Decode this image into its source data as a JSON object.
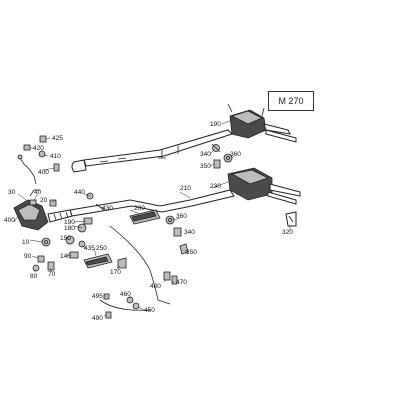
{
  "model_label": "M 270",
  "callouts": [
    {
      "label": "425"
    },
    {
      "label": "420"
    },
    {
      "label": "410"
    },
    {
      "label": "400"
    },
    {
      "label": "30"
    },
    {
      "label": "40"
    },
    {
      "label": "20"
    },
    {
      "label": "400"
    },
    {
      "label": "440"
    },
    {
      "label": "430"
    },
    {
      "label": "190"
    },
    {
      "label": "180"
    },
    {
      "label": "150"
    },
    {
      "label": "435"
    },
    {
      "label": "250"
    },
    {
      "label": "140"
    },
    {
      "label": "10"
    },
    {
      "label": "90"
    },
    {
      "label": "80"
    },
    {
      "label": "70"
    },
    {
      "label": "170"
    },
    {
      "label": "480"
    },
    {
      "label": "470"
    },
    {
      "label": "495"
    },
    {
      "label": "460"
    },
    {
      "label": "490"
    },
    {
      "label": "450"
    },
    {
      "label": "190"
    },
    {
      "label": "340"
    },
    {
      "label": "360"
    },
    {
      "label": "350"
    },
    {
      "label": "210"
    },
    {
      "label": "230"
    },
    {
      "label": "200"
    },
    {
      "label": "360"
    },
    {
      "label": "340"
    },
    {
      "label": "350"
    },
    {
      "label": "320"
    }
  ]
}
